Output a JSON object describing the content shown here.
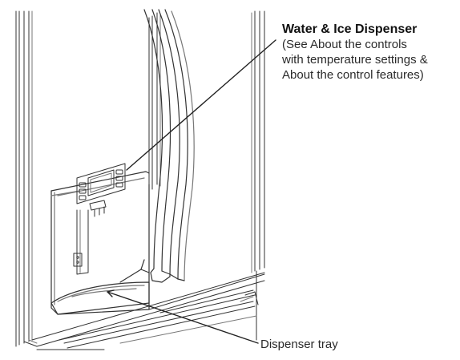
{
  "labels": {
    "water_ice_dispenser": {
      "title": "Water & Ice Dispenser",
      "lines": [
        "(See About the controls",
        "with temperature settings &",
        "About the control features)"
      ]
    },
    "dispenser_tray": "Dispenser tray"
  },
  "colors": {
    "line": "#333333",
    "light_line": "#777777",
    "background": "#ffffff"
  }
}
